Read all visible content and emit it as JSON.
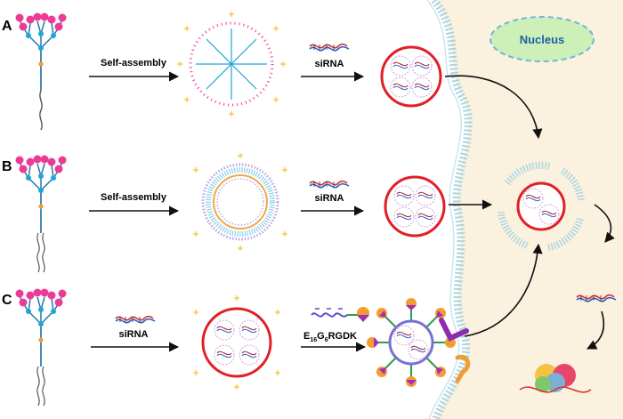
{
  "panels": {
    "a": {
      "letter": "A"
    },
    "b": {
      "letter": "B"
    },
    "c": {
      "letter": "C"
    }
  },
  "arrows": {
    "a_self_assembly": "Self-assembly",
    "a_sirna": "siRNA",
    "b_self_assembly": "Self-assembly",
    "b_sirna": "siRNA",
    "c_sirna": "siRNA",
    "c_peptide_main": "E",
    "c_peptide_sub1": "16",
    "c_peptide_mid": "G",
    "c_peptide_sub2": "6",
    "c_peptide_tail": "RGDK"
  },
  "cell": {
    "nucleus_label": "Nucleus"
  },
  "colors": {
    "cell_fill": "#fbf1df",
    "membrane": "#a9d6e3",
    "nucleus_fill": "#cdf0b8",
    "nucleus_border": "#6fb4e0",
    "dendron_head": "#ee3a97",
    "dendron_branch": "#1aa7d6",
    "carrier_ring": "#e31e24",
    "charge": "#f5c242",
    "peptide_ring": "#7b6fd6"
  }
}
